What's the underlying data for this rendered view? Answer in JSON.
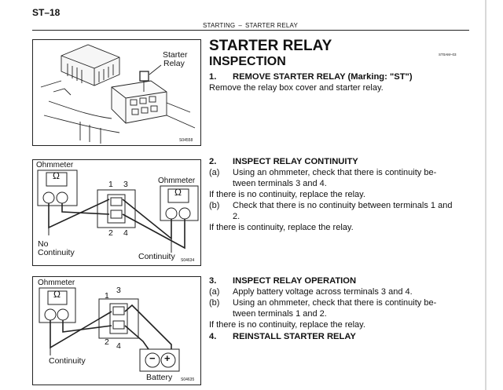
{
  "header": {
    "page_number": "ST–18",
    "section": "STARTING",
    "separator": "–",
    "subsection": "STARTER RELAY"
  },
  "title": "STARTER RELAY",
  "subtitle": "INSPECTION",
  "doc_code": "ST0AM–03",
  "figures": {
    "fig1": {
      "label_line1": "Starter",
      "label_line2": "Relay",
      "code": "S04558"
    },
    "fig2": {
      "ohmmeter_left": "Ohmmeter",
      "ohmmeter_right": "Ohmmeter",
      "omega": "Ω",
      "t1": "1",
      "t3": "3",
      "t2": "2",
      "t4": "4",
      "no_continuity_1": "No",
      "no_continuity_2": "Continuity",
      "continuity": "Continuity",
      "code": "S04634"
    },
    "fig3": {
      "ohmmeter": "Ohmmeter",
      "omega": "Ω",
      "t1": "1",
      "t3": "3",
      "t2": "2",
      "t4": "4",
      "continuity": "Continuity",
      "battery": "Battery",
      "minus": "−",
      "plus": "+",
      "code": "S04635"
    }
  },
  "steps": {
    "s1": {
      "num": "1.",
      "title": "REMOVE STARTER RELAY (Marking: \"ST\")",
      "text": "Remove the relay box cover and starter relay."
    },
    "s2": {
      "num": "2.",
      "title": "INSPECT RELAY CONTINUITY",
      "a_label": "(a)",
      "a_line1": "Using an ohmmeter, check that there is continuity be-",
      "a_line2": "tween terminals 3 and 4.",
      "note1": "If there is no continuity, replace the relay.",
      "b_label": "(b)",
      "b_line1": "Check that there is no continuity between terminals 1 and",
      "b_line2": "2.",
      "note2": "If there is continuity, replace the relay."
    },
    "s3": {
      "num": "3.",
      "title": "INSPECT RELAY OPERATION",
      "a_label": "(a)",
      "a_text": "Apply battery voltage across terminals 3 and 4.",
      "b_label": "(b)",
      "b_line1": "Using an ohmmeter, check that there is continuity be-",
      "b_line2": "tween terminals 1 and 2.",
      "note": "If there is no continuity, replace the relay."
    },
    "s4": {
      "num": "4.",
      "title": "REINSTALL STARTER RELAY"
    }
  }
}
